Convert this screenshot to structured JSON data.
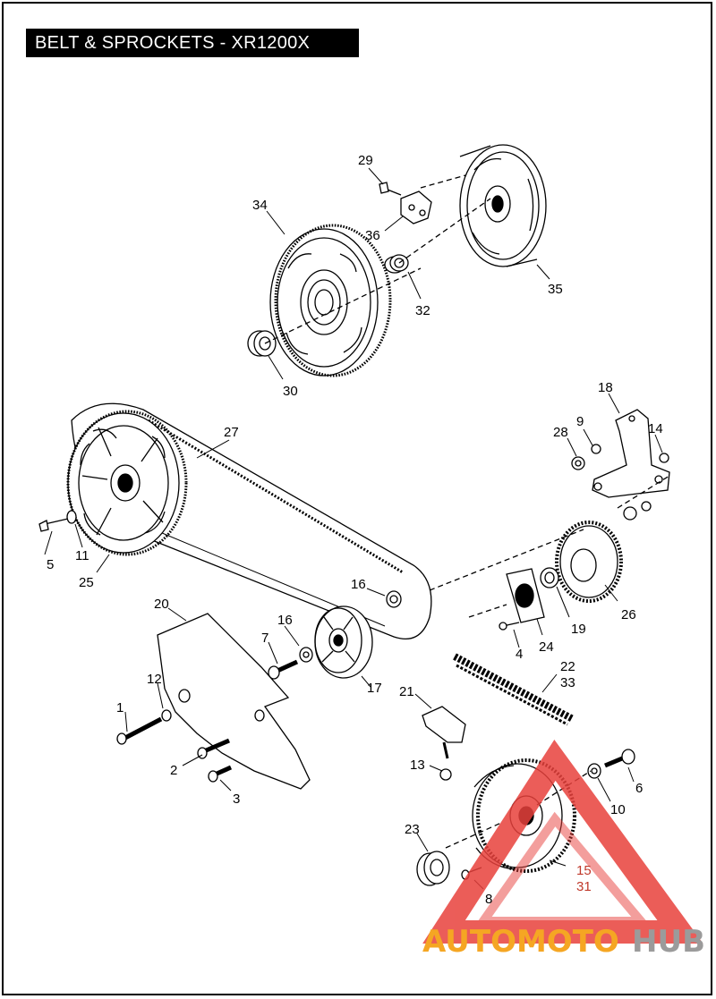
{
  "title": "BELT & SPROCKETS - XR1200X",
  "callouts": [
    {
      "id": "c29",
      "label": "29"
    },
    {
      "id": "c34",
      "label": "34"
    },
    {
      "id": "c36",
      "label": "36"
    },
    {
      "id": "c35",
      "label": "35"
    },
    {
      "id": "c32",
      "label": "32"
    },
    {
      "id": "c30",
      "label": "30"
    },
    {
      "id": "c18",
      "label": "18"
    },
    {
      "id": "c9",
      "label": "9"
    },
    {
      "id": "c28",
      "label": "28"
    },
    {
      "id": "c14",
      "label": "14"
    },
    {
      "id": "c27",
      "label": "27"
    },
    {
      "id": "c5",
      "label": "5"
    },
    {
      "id": "c11",
      "label": "11"
    },
    {
      "id": "c25",
      "label": "25"
    },
    {
      "id": "c16a",
      "label": "16"
    },
    {
      "id": "c26",
      "label": "26"
    },
    {
      "id": "c19",
      "label": "19"
    },
    {
      "id": "c20",
      "label": "20"
    },
    {
      "id": "c16b",
      "label": "16"
    },
    {
      "id": "c7",
      "label": "7"
    },
    {
      "id": "c4",
      "label": "4"
    },
    {
      "id": "c24",
      "label": "24"
    },
    {
      "id": "c17",
      "label": "17"
    },
    {
      "id": "c22",
      "label": "22"
    },
    {
      "id": "c33",
      "label": "33"
    },
    {
      "id": "c12",
      "label": "12"
    },
    {
      "id": "c1",
      "label": "1"
    },
    {
      "id": "c21",
      "label": "21"
    },
    {
      "id": "c13",
      "label": "13"
    },
    {
      "id": "c2",
      "label": "2"
    },
    {
      "id": "c3",
      "label": "3"
    },
    {
      "id": "c6",
      "label": "6"
    },
    {
      "id": "c10",
      "label": "10"
    },
    {
      "id": "c23",
      "label": "23"
    },
    {
      "id": "c15",
      "label": "15"
    },
    {
      "id": "c31",
      "label": "31"
    },
    {
      "id": "c8",
      "label": "8"
    }
  ],
  "watermark": {
    "part1": "AUTOMOTO",
    "part2": "HUB",
    "color1": "#f5a623",
    "color2": "#9b9b9b",
    "triangle_color": "#e8413c"
  }
}
